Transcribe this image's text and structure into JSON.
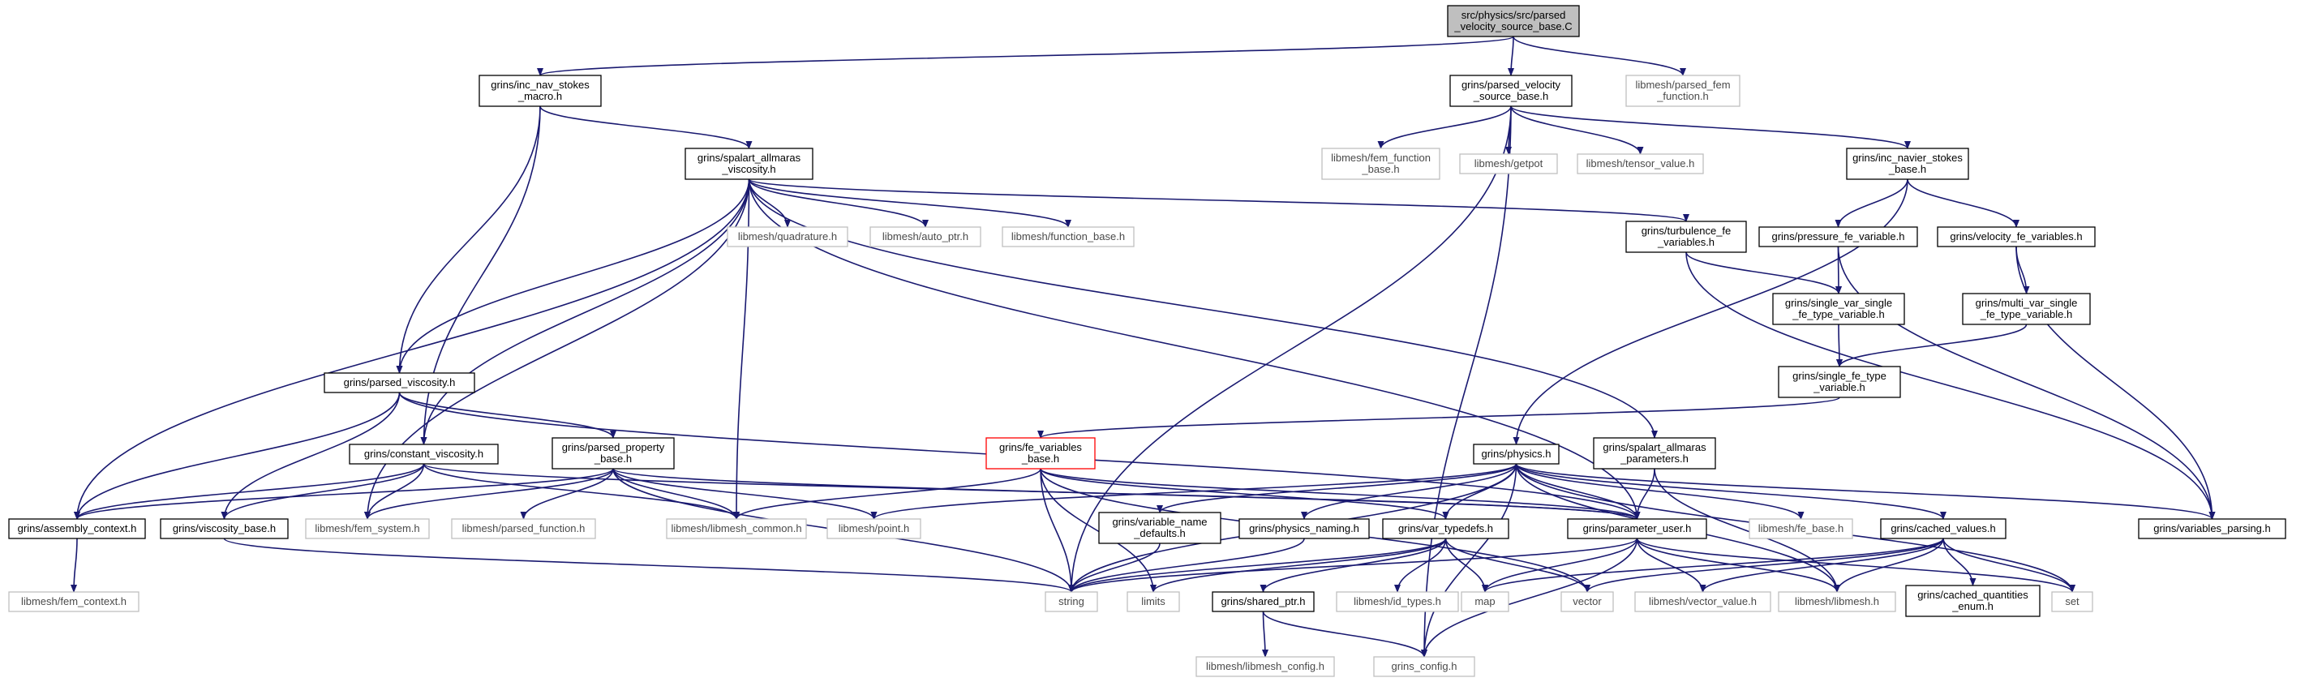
{
  "colors": {
    "edge": "#191970",
    "box_border": "#000000",
    "box_fill": "#ffffff",
    "root_fill": "#bfbfbf",
    "external_border": "#bfbfbf",
    "truncated_border": "#ff0000"
  },
  "nodes": [
    {
      "id": "root",
      "kind": "root",
      "lines": [
        "src/physics/src/parsed",
        "_velocity_source_base.C"
      ]
    },
    {
      "id": "inc_nav_stokes_macro",
      "kind": "internal",
      "lines": [
        "grins/inc_nav_stokes",
        "_macro.h"
      ]
    },
    {
      "id": "parsed_velocity_source_base",
      "kind": "internal",
      "lines": [
        "grins/parsed_velocity",
        "_source_base.h"
      ]
    },
    {
      "id": "parsed_fem_function",
      "kind": "external",
      "lines": [
        "libmesh/parsed_fem",
        "_function.h"
      ]
    },
    {
      "id": "spalart_allmaras_viscosity",
      "kind": "internal",
      "lines": [
        "grins/spalart_allmaras",
        "_viscosity.h"
      ]
    },
    {
      "id": "fem_function_base",
      "kind": "external",
      "lines": [
        "libmesh/fem_function",
        "_base.h"
      ]
    },
    {
      "id": "getpot",
      "kind": "external",
      "lines": [
        "libmesh/getpot"
      ]
    },
    {
      "id": "tensor_value",
      "kind": "external",
      "lines": [
        "libmesh/tensor_value.h"
      ]
    },
    {
      "id": "inc_navier_stokes_base",
      "kind": "internal",
      "lines": [
        "grins/inc_navier_stokes",
        "_base.h"
      ]
    },
    {
      "id": "quadrature",
      "kind": "external",
      "lines": [
        "libmesh/quadrature.h"
      ]
    },
    {
      "id": "auto_ptr",
      "kind": "external",
      "lines": [
        "libmesh/auto_ptr.h"
      ]
    },
    {
      "id": "function_base",
      "kind": "external",
      "lines": [
        "libmesh/function_base.h"
      ]
    },
    {
      "id": "turbulence_fe_variables",
      "kind": "internal",
      "lines": [
        "grins/turbulence_fe",
        "_variables.h"
      ]
    },
    {
      "id": "pressure_fe_variable",
      "kind": "internal",
      "lines": [
        "grins/pressure_fe_variable.h"
      ]
    },
    {
      "id": "velocity_fe_variables",
      "kind": "internal",
      "lines": [
        "grins/velocity_fe_variables.h"
      ]
    },
    {
      "id": "single_var_single_fe_type_variable",
      "kind": "internal",
      "lines": [
        "grins/single_var_single",
        "_fe_type_variable.h"
      ]
    },
    {
      "id": "multi_var_single_fe_type_variable",
      "kind": "internal",
      "lines": [
        "grins/multi_var_single",
        "_fe_type_variable.h"
      ]
    },
    {
      "id": "single_fe_type_variable",
      "kind": "internal",
      "lines": [
        "grins/single_fe_type",
        "_variable.h"
      ]
    },
    {
      "id": "parsed_viscosity",
      "kind": "internal",
      "lines": [
        "grins/parsed_viscosity.h"
      ]
    },
    {
      "id": "constant_viscosity",
      "kind": "internal",
      "lines": [
        "grins/constant_viscosity.h"
      ]
    },
    {
      "id": "parsed_property_base",
      "kind": "internal",
      "lines": [
        "grins/parsed_property",
        "_base.h"
      ]
    },
    {
      "id": "fe_variables_base",
      "kind": "truncated",
      "lines": [
        "grins/fe_variables",
        "_base.h"
      ]
    },
    {
      "id": "physics",
      "kind": "internal",
      "lines": [
        "grins/physics.h"
      ]
    },
    {
      "id": "spalart_allmaras_parameters",
      "kind": "internal",
      "lines": [
        "grins/spalart_allmaras",
        "_parameters.h"
      ]
    },
    {
      "id": "assembly_context",
      "kind": "internal",
      "lines": [
        "grins/assembly_context.h"
      ]
    },
    {
      "id": "viscosity_base",
      "kind": "internal",
      "lines": [
        "grins/viscosity_base.h"
      ]
    },
    {
      "id": "fem_system",
      "kind": "external",
      "lines": [
        "libmesh/fem_system.h"
      ]
    },
    {
      "id": "parsed_function",
      "kind": "external",
      "lines": [
        "libmesh/parsed_function.h"
      ]
    },
    {
      "id": "libmesh_common",
      "kind": "external",
      "lines": [
        "libmesh/libmesh_common.h"
      ]
    },
    {
      "id": "point",
      "kind": "external",
      "lines": [
        "libmesh/point.h"
      ]
    },
    {
      "id": "variable_name_defaults",
      "kind": "internal",
      "lines": [
        "grins/variable_name",
        "_defaults.h"
      ]
    },
    {
      "id": "physics_naming",
      "kind": "internal",
      "lines": [
        "grins/physics_naming.h"
      ]
    },
    {
      "id": "var_typedefs",
      "kind": "internal",
      "lines": [
        "grins/var_typedefs.h"
      ]
    },
    {
      "id": "parameter_user",
      "kind": "internal",
      "lines": [
        "grins/parameter_user.h"
      ]
    },
    {
      "id": "fe_base",
      "kind": "external",
      "lines": [
        "libmesh/fe_base.h"
      ]
    },
    {
      "id": "cached_values",
      "kind": "internal",
      "lines": [
        "grins/cached_values.h"
      ]
    },
    {
      "id": "variables_parsing",
      "kind": "internal",
      "lines": [
        "grins/variables_parsing.h"
      ]
    },
    {
      "id": "fem_context",
      "kind": "external",
      "lines": [
        "libmesh/fem_context.h"
      ]
    },
    {
      "id": "string",
      "kind": "external",
      "lines": [
        "string"
      ]
    },
    {
      "id": "limits",
      "kind": "external",
      "lines": [
        "limits"
      ]
    },
    {
      "id": "shared_ptr",
      "kind": "internal",
      "lines": [
        "grins/shared_ptr.h"
      ]
    },
    {
      "id": "id_types",
      "kind": "external",
      "lines": [
        "libmesh/id_types.h"
      ]
    },
    {
      "id": "map",
      "kind": "external",
      "lines": [
        "map"
      ]
    },
    {
      "id": "vector",
      "kind": "external",
      "lines": [
        "vector"
      ]
    },
    {
      "id": "vector_value",
      "kind": "external",
      "lines": [
        "libmesh/vector_value.h"
      ]
    },
    {
      "id": "libmesh",
      "kind": "external",
      "lines": [
        "libmesh/libmesh.h"
      ]
    },
    {
      "id": "cached_quantities_enum",
      "kind": "internal",
      "lines": [
        "grins/cached_quantities",
        "_enum.h"
      ]
    },
    {
      "id": "set",
      "kind": "external",
      "lines": [
        "set"
      ]
    },
    {
      "id": "libmesh_config",
      "kind": "external",
      "lines": [
        "libmesh/libmesh_config.h"
      ]
    },
    {
      "id": "grins_config",
      "kind": "external",
      "lines": [
        "grins_config.h"
      ]
    }
  ],
  "edges": [
    [
      "root",
      "inc_nav_stokes_macro"
    ],
    [
      "root",
      "parsed_velocity_source_base"
    ],
    [
      "root",
      "parsed_fem_function"
    ],
    [
      "inc_nav_stokes_macro",
      "spalart_allmaras_viscosity"
    ],
    [
      "inc_nav_stokes_macro",
      "parsed_viscosity"
    ],
    [
      "inc_nav_stokes_macro",
      "constant_viscosity"
    ],
    [
      "parsed_velocity_source_base",
      "fem_function_base"
    ],
    [
      "parsed_velocity_source_base",
      "getpot"
    ],
    [
      "parsed_velocity_source_base",
      "tensor_value"
    ],
    [
      "parsed_velocity_source_base",
      "inc_navier_stokes_base"
    ],
    [
      "parsed_velocity_source_base",
      "string"
    ],
    [
      "parsed_velocity_source_base",
      "grins_config"
    ],
    [
      "spalart_allmaras_viscosity",
      "quadrature"
    ],
    [
      "spalart_allmaras_viscosity",
      "auto_ptr"
    ],
    [
      "spalart_allmaras_viscosity",
      "function_base"
    ],
    [
      "spalart_allmaras_viscosity",
      "turbulence_fe_variables"
    ],
    [
      "spalart_allmaras_viscosity",
      "parsed_viscosity"
    ],
    [
      "spalart_allmaras_viscosity",
      "constant_viscosity"
    ],
    [
      "spalart_allmaras_viscosity",
      "assembly_context"
    ],
    [
      "spalart_allmaras_viscosity",
      "fem_system"
    ],
    [
      "spalart_allmaras_viscosity",
      "libmesh_common"
    ],
    [
      "spalart_allmaras_viscosity",
      "parameter_user"
    ],
    [
      "spalart_allmaras_viscosity",
      "spalart_allmaras_parameters"
    ],
    [
      "inc_navier_stokes_base",
      "pressure_fe_variable"
    ],
    [
      "inc_navier_stokes_base",
      "velocity_fe_variables"
    ],
    [
      "inc_navier_stokes_base",
      "physics"
    ],
    [
      "turbulence_fe_variables",
      "single_var_single_fe_type_variable"
    ],
    [
      "turbulence_fe_variables",
      "variables_parsing"
    ],
    [
      "pressure_fe_variable",
      "single_var_single_fe_type_variable"
    ],
    [
      "pressure_fe_variable",
      "variables_parsing"
    ],
    [
      "velocity_fe_variables",
      "multi_var_single_fe_type_variable"
    ],
    [
      "velocity_fe_variables",
      "variables_parsing"
    ],
    [
      "single_var_single_fe_type_variable",
      "single_fe_type_variable"
    ],
    [
      "multi_var_single_fe_type_variable",
      "single_fe_type_variable"
    ],
    [
      "single_fe_type_variable",
      "fe_variables_base"
    ],
    [
      "parsed_viscosity",
      "parsed_property_base"
    ],
    [
      "parsed_viscosity",
      "assembly_context"
    ],
    [
      "parsed_viscosity",
      "viscosity_base"
    ],
    [
      "parsed_viscosity",
      "parameter_user"
    ],
    [
      "constant_viscosity",
      "assembly_context"
    ],
    [
      "constant_viscosity",
      "viscosity_base"
    ],
    [
      "constant_viscosity",
      "fem_system"
    ],
    [
      "constant_viscosity",
      "libmesh_common"
    ],
    [
      "constant_viscosity",
      "parameter_user"
    ],
    [
      "parsed_property_base",
      "assembly_context"
    ],
    [
      "parsed_property_base",
      "fem_system"
    ],
    [
      "parsed_property_base",
      "parsed_function"
    ],
    [
      "parsed_property_base",
      "libmesh_common"
    ],
    [
      "parsed_property_base",
      "point"
    ],
    [
      "parsed_property_base",
      "string"
    ],
    [
      "parsed_property_base",
      "parameter_user"
    ],
    [
      "fe_variables_base",
      "libmesh_common"
    ],
    [
      "fe_variables_base",
      "string"
    ],
    [
      "fe_variables_base",
      "limits"
    ],
    [
      "fe_variables_base",
      "var_typedefs"
    ],
    [
      "fe_variables_base",
      "parameter_user"
    ],
    [
      "fe_variables_base",
      "vector"
    ],
    [
      "physics",
      "point"
    ],
    [
      "physics",
      "variable_name_defaults"
    ],
    [
      "physics",
      "physics_naming"
    ],
    [
      "physics",
      "var_typedefs"
    ],
    [
      "physics",
      "parameter_user"
    ],
    [
      "physics",
      "fe_base"
    ],
    [
      "physics",
      "cached_values"
    ],
    [
      "physics",
      "string"
    ],
    [
      "physics",
      "libmesh"
    ],
    [
      "physics",
      "variables_parsing"
    ],
    [
      "physics",
      "set"
    ],
    [
      "physics",
      "grins_config"
    ],
    [
      "spalart_allmaras_parameters",
      "parameter_user"
    ],
    [
      "spalart_allmaras_parameters",
      "libmesh"
    ],
    [
      "assembly_context",
      "fem_context"
    ],
    [
      "viscosity_base",
      "string"
    ],
    [
      "variable_name_defaults",
      "string"
    ],
    [
      "physics_naming",
      "string"
    ],
    [
      "var_typedefs",
      "string"
    ],
    [
      "var_typedefs",
      "limits"
    ],
    [
      "var_typedefs",
      "shared_ptr"
    ],
    [
      "var_typedefs",
      "id_types"
    ],
    [
      "var_typedefs",
      "map"
    ],
    [
      "var_typedefs",
      "vector"
    ],
    [
      "parameter_user",
      "string"
    ],
    [
      "parameter_user",
      "map"
    ],
    [
      "parameter_user",
      "vector_value"
    ],
    [
      "parameter_user",
      "libmesh"
    ],
    [
      "parameter_user",
      "set"
    ],
    [
      "parameter_user",
      "grins_config"
    ],
    [
      "cached_values",
      "map"
    ],
    [
      "cached_values",
      "vector"
    ],
    [
      "cached_values",
      "vector_value"
    ],
    [
      "cached_values",
      "libmesh"
    ],
    [
      "cached_values",
      "cached_quantities_enum"
    ],
    [
      "cached_values",
      "set"
    ],
    [
      "shared_ptr",
      "libmesh_config"
    ],
    [
      "shared_ptr",
      "grins_config"
    ]
  ]
}
